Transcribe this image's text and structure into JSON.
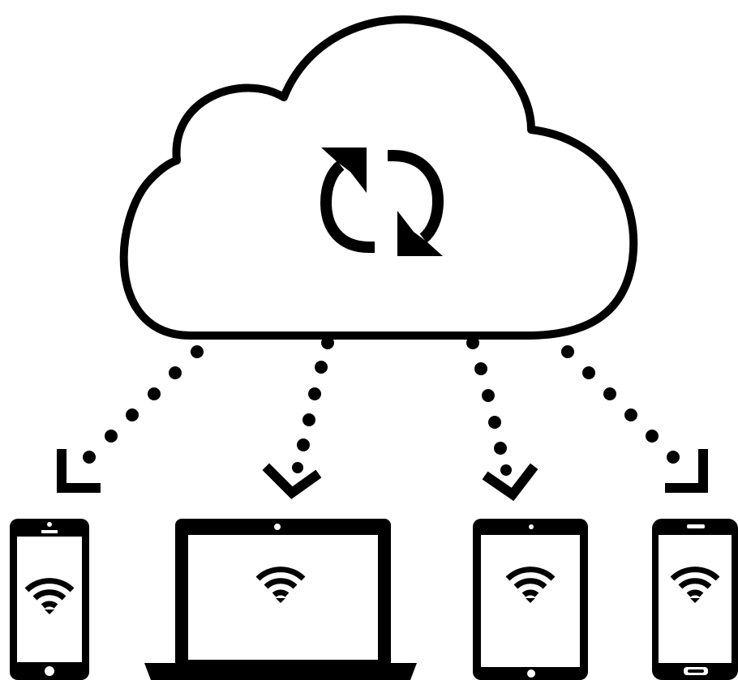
{
  "diagram": {
    "hub": {
      "name": "cloud",
      "icon": "sync-icon"
    },
    "devices": [
      {
        "name": "smartphone-left",
        "icon": "wifi-icon"
      },
      {
        "name": "laptop",
        "icon": "wifi-icon"
      },
      {
        "name": "tablet",
        "icon": "wifi-icon"
      },
      {
        "name": "smartphone-right",
        "icon": "wifi-icon"
      }
    ],
    "connector_style": "dotted-arrow",
    "colors": {
      "stroke": "#000000",
      "fill": "#ffffff"
    }
  }
}
